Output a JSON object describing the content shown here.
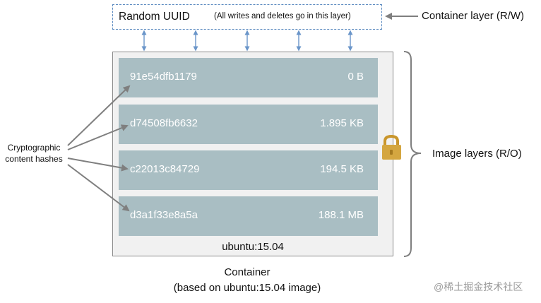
{
  "container_layer": {
    "title": "Random UUID",
    "note": "(All writes and deletes go in this layer)",
    "label": "Container layer (R/W)"
  },
  "image_layers": {
    "label": "Image layers (R/O)",
    "layers": [
      {
        "hash": "91e54dfb1179",
        "size": "0 B"
      },
      {
        "hash": "d74508fb6632",
        "size": "1.895 KB"
      },
      {
        "hash": "c22013c84729",
        "size": "194.5 KB"
      },
      {
        "hash": "d3a1f33e8a5a",
        "size": "188.1 MB"
      }
    ],
    "base_image": "ubuntu:15.04"
  },
  "hash_label": {
    "line1": "Cryptographic",
    "line2": "content hashes"
  },
  "container_caption": {
    "line1": "Container",
    "line2": "(based on ubuntu:15.04 image)"
  },
  "watermark": "@稀土掘金技术社区",
  "colors": {
    "layer_fill": "#a9bec3",
    "container_fill": "#f1f1f1",
    "dashed_border": "#5b8ac0",
    "arrow_blue": "#6a95c9",
    "arrow_gray": "#7f7f7f",
    "lock": "#d4a640"
  },
  "icons": [
    "lock-icon"
  ]
}
